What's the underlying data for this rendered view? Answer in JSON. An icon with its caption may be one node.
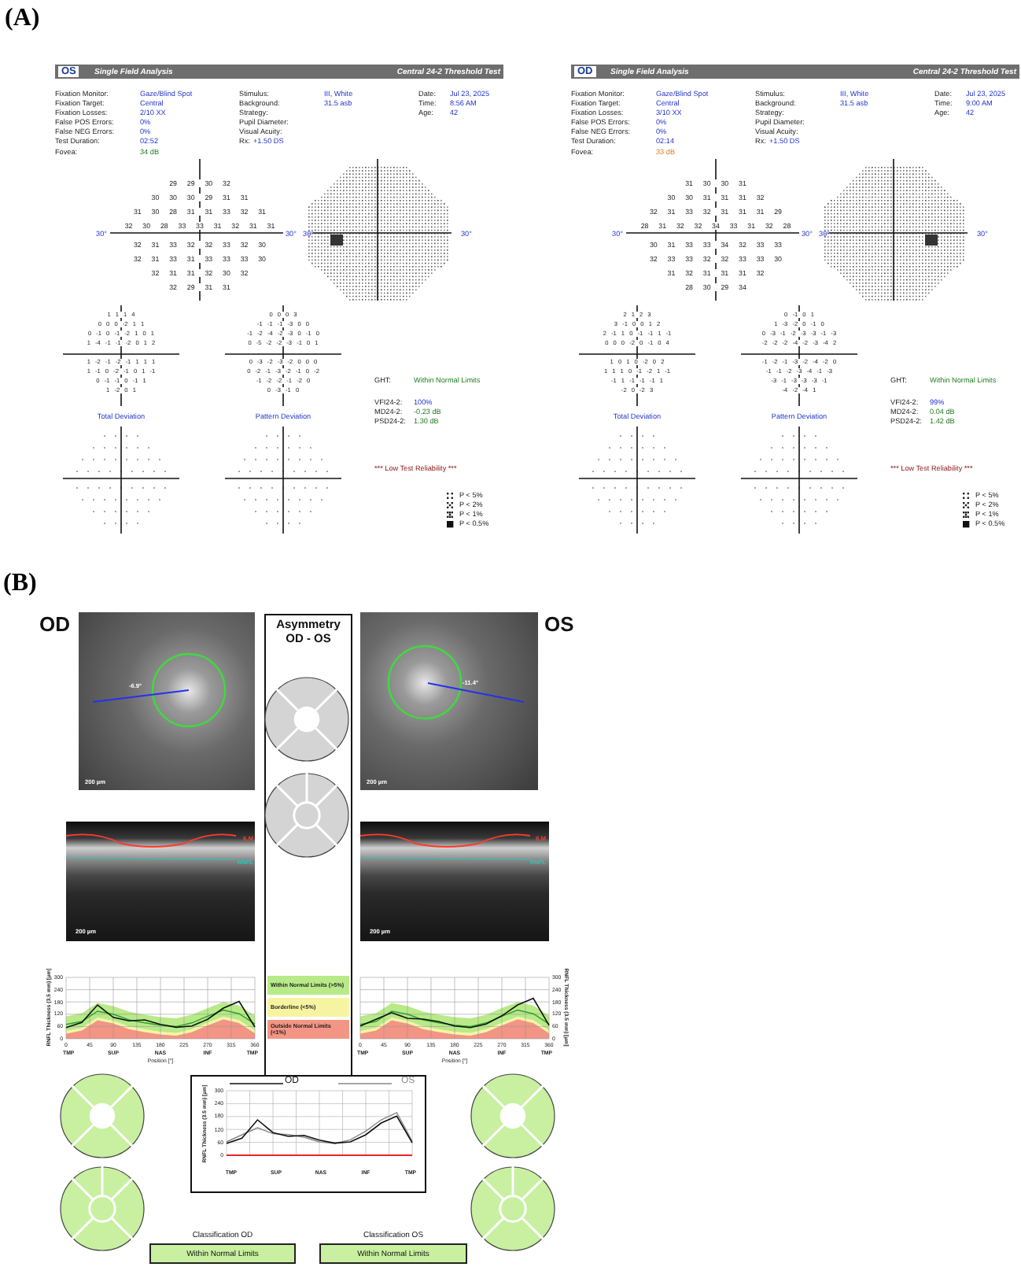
{
  "diagram": {
    "nodes": [
      {
        "text": [
          "Asymmetry OD - OS"
        ]
      },
      {
        "text": [
          "Within Normal Limits"
        ],
        "beside": [
          "Classification OD"
        ]
      },
      {
        "text": [
          "Within Normal Limits"
        ],
        "beside": [
          "Classification OS"
        ]
      }
    ],
    "labels": [
      "(A)",
      "OS",
      "Single Field Analysis",
      "Central 24-2 Threshold Test",
      "Fixation Monitor:",
      "Gaze/Blind Spot",
      "Stimulus:",
      "III, White",
      "Date:",
      "Jul 23, 2025",
      "Fixation Target:",
      "Central",
      "Background:",
      "31.5 asb",
      "Time:",
      "8:56 AM",
      "Fixation Losses:",
      "2/10 XX",
      "Strategy:",
      "Age:",
      "42",
      "False POS Errors:",
      "0%",
      "Pupil Diameter:",
      "False NEG Errors:",
      "0%",
      "Visual Acuity:",
      "Test Duration:",
      "02:52",
      "Rx:",
      "+1.50 DS",
      "Fovea:",
      "34 dB",
      "29 29 30 32",
      "30 30 30 29 31 31",
      "31 30 28 31 31 33 32 31",
      "32 30 28 33 33 31 32 31 31",
      "32 31 33 32 32 33 32 30",
      "32 31 33 31 33 33 33 30",
      "32 31 31 32 30 32",
      "32 29 31 31",
      "30°",
      "30°",
      "30°",
      "30°",
      "1 1 1 4",
      "0 0 0 -2 1 1",
      "0 -1 0 -1 -2 1 0 1",
      "1 -4 -1 -1 -2 0 1 2",
      "1 -2 -1 -2 -1 1 1 1",
      "1 -1 0 -2 -1 0 1 -1",
      "0 -1 -1 0 -1 1",
      "1 -2 0 1",
      "0 0 0 3",
      "-1 -1 -1 -3 0 0",
      "-1 -2 -4 -2 -3 0 -1 0",
      "0 -5 -2 -2 -3 -1 0 1",
      "0 -3 -2 -3 -2 0 0 0",
      "0 -2 -1 -3 -2 -1 0 -2",
      "-1 -2 -2 -1 -2 0",
      "0 -3 -1 0",
      "Total Deviation",
      "Pattern Deviation",
      "GHT:",
      "Within Normal Limits",
      "VFI24-2:",
      "100%",
      "MD24-2:",
      "-0.23 dB",
      "PSD24-2:",
      "1.30 dB",
      "*** Low Test Reliability ***",
      "OD",
      "Single Field Analysis",
      "Central 24-2 Threshold Test",
      "Fixation Monitor:",
      "Gaze/Blind Spot",
      "Stimulus:",
      "III, White",
      "Date:",
      "Jul 23, 2025",
      "Fixation Target:",
      "Central",
      "Background:",
      "31.5 asb",
      "Time:",
      "9:00 AM",
      "Fixation Losses:",
      "3/10 XX",
      "Strategy:",
      "Age:",
      "42",
      "False POS Errors:",
      "0%",
      "Pupil Diameter:",
      "False NEG Errors:",
      "0%",
      "Visual Acuity:",
      "Test Duration:",
      "02:14",
      "Rx:",
      "+1.50 DS",
      "Fovea:",
      "33 dB",
      "31 30 30 31",
      "30 30 31 31 31 32",
      "32 31 33 32 31 31 31 29",
      "28 31 32 32 34 33 31 32 28",
      "30 31 33 33 34 32 33 33",
      "32 33 33 32 32 33 33 30",
      "31 32 31 31 31 32",
      "28 30 29 34",
      "30°",
      "30°",
      "30°",
      "30°",
      "2 1 2 3",
      "3 -1 0 0 1 2",
      "2 -1 1 0 -1 -1 1 -1",
      "0 0 0 -2 0 -1 0 4",
      "1 0 1 0 -2 0 2",
      "1 1 1 0 -1 -2 1 -1",
      "-1 1 -1 -1 -1 1",
      "-2 0 -2 3",
      "0 -1 0 1",
      "1 -3 -2 0 -1 0",
      "0 -3 -1 -2 -3 -3 -1 -3",
      "-2 -2 -2 -4 -2 -3 -4 2",
      "-1 -2 -1 -3 -2 -4 -2 0",
      "-1 -1 -2 -3 -4 -1 -3",
      "-3 -1 -3 -3 -3 -1",
      "-4 -2 -4 1",
      "Total Deviation",
      "Pattern Deviation",
      "GHT:",
      "Within Normal Limits",
      "VFI24-2:",
      "99%",
      "MD24-2:",
      "0.04 dB",
      "PSD24-2:",
      "1.42 dB",
      "*** Low Test Reliability ***",
      "(B)",
      "OD",
      "OS",
      "-6.9°",
      "200 µm",
      "-11.4°",
      "200 µm",
      "ILM",
      "RNFL",
      "200 µm",
      "ILM",
      "RNFL",
      "200 µm",
      "300",
      "240",
      "180",
      "120",
      "60",
      "0",
      "0",
      "45",
      "90",
      "135",
      "180",
      "225",
      "270",
      "315",
      "360",
      "TMP",
      "SUP",
      "NAS",
      "INF",
      "TMP",
      "Position [°]",
      "RNFL Thickness (3.5 mm) [µm]",
      "300",
      "240",
      "180",
      "120",
      "60",
      "0",
      "0",
      "45",
      "90",
      "135",
      "180",
      "225",
      "270",
      "315",
      "360",
      "TMP",
      "SUP",
      "NAS",
      "INF",
      "TMP",
      "Position [°]",
      "RNFL Thickness (3.5 mm) [µm]",
      "300",
      "240",
      "180",
      "120",
      "60",
      "0",
      "RNFL Thickness (3.5 mm) [µm]",
      "TMP",
      "SUP",
      "NAS",
      "INF",
      "TMP"
    ],
    "legend": [
      {
        "text": "P < 5%"
      },
      {
        "text": "P < 2%"
      },
      {
        "text": "P < 1%"
      },
      {
        "text": "P < 0.5%"
      },
      {
        "text": "P < 5%"
      },
      {
        "text": "P < 2%"
      },
      {
        "text": "P < 1%"
      },
      {
        "text": "P < 0.5%"
      },
      {
        "text": "Within Normal Limits (>5%)",
        "color": "#b8ea88"
      },
      {
        "text": "Borderline (<5%)",
        "color": "#f6f4a0"
      },
      {
        "text": "Outside Normal Limits (<1%)",
        "color": "#f29584"
      },
      {
        "text": "OD"
      },
      {
        "text": "OS"
      }
    ]
  }
}
